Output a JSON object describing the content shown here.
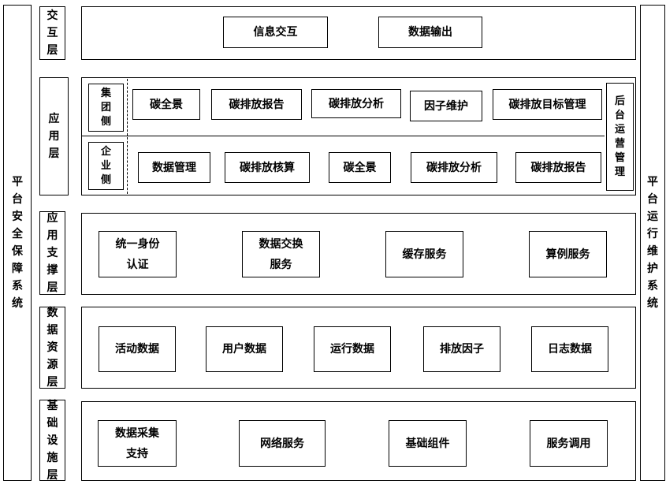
{
  "left_system": "平台安全保障系统",
  "right_system": "平台运行维护系统",
  "layers": {
    "interaction": {
      "label": "交互层",
      "items": [
        "信息交互",
        "数据输出"
      ]
    },
    "application": {
      "label": "应用层",
      "group_label": "集团侧",
      "group_items": [
        "碳全景",
        "碳排放报告",
        "碳排放分析",
        "因子维护",
        "碳排放目标管理"
      ],
      "enterprise_label": "企业侧",
      "enterprise_items": [
        "数据管理",
        "碳排放核算",
        "碳全景",
        "碳排放分析",
        "碳排放报告"
      ],
      "backend_label": "后台运营管理"
    },
    "support": {
      "label": "应用支撑层",
      "items": [
        "统一身份\n认证",
        "数据交换\n服务",
        "缓存服务",
        "算例服务"
      ]
    },
    "data": {
      "label": "数据资源层",
      "items": [
        "活动数据",
        "用户数据",
        "运行数据",
        "排放因子",
        "日志数据"
      ]
    },
    "infra": {
      "label": "基础设施层",
      "items": [
        "数据采集\n支持",
        "网络服务",
        "基础组件",
        "服务调用"
      ]
    }
  }
}
